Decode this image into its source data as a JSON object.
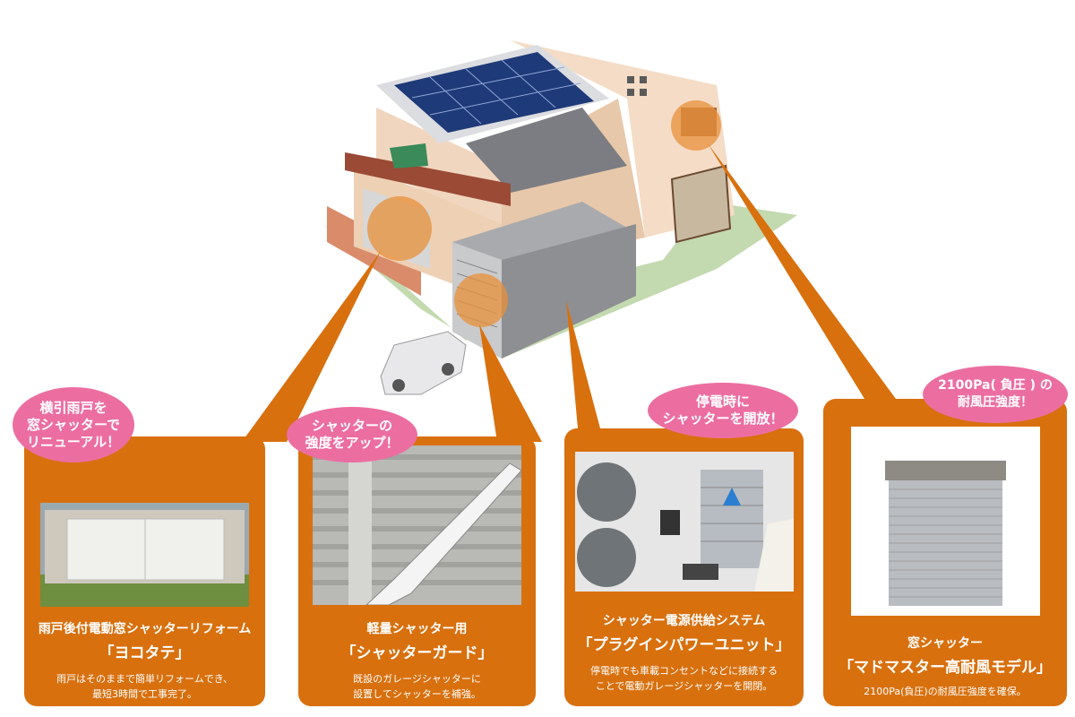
{
  "colors": {
    "card": "#d8700e",
    "bubble": "#ec6ea1",
    "highlight": "#e8903a"
  },
  "cards": [
    {
      "title_line1": "雨戸後付電動窓シャッターリフォーム",
      "title_line2": "「ヨコタテ」",
      "desc_line1": "雨戸はそのままで簡単リフォームでき、",
      "desc_line2": "最短3時間で工事完了。",
      "bubble": [
        "横引雨戸を",
        "窓シャッターで",
        "リニューアル！"
      ]
    },
    {
      "title_line1": "軽量シャッター用",
      "title_line2": "「シャッターガード」",
      "desc_line1": "既設のガレージシャッターに",
      "desc_line2": "設置してシャッターを補強。",
      "bubble": [
        "シャッターの",
        "強度をアップ！"
      ]
    },
    {
      "title_line1": "シャッター電源供給システム",
      "title_line2": "「プラグインパワーユニット」",
      "desc_line1": "停電時でも車載コンセントなどに接続する",
      "desc_line2": "ことで電動ガレージシャッターを開閉。",
      "bubble": [
        "停電時に",
        "シャッターを開放！"
      ]
    },
    {
      "title_line1": "窓シャッター",
      "title_line2": "「マドマスター高耐風モデル」",
      "desc_line1": "2100Pa(負圧)の耐風圧強度を確保。",
      "desc_line2": "",
      "bubble": [
        "2100Pa( 負圧 ) の",
        "耐風圧強度！"
      ]
    }
  ]
}
